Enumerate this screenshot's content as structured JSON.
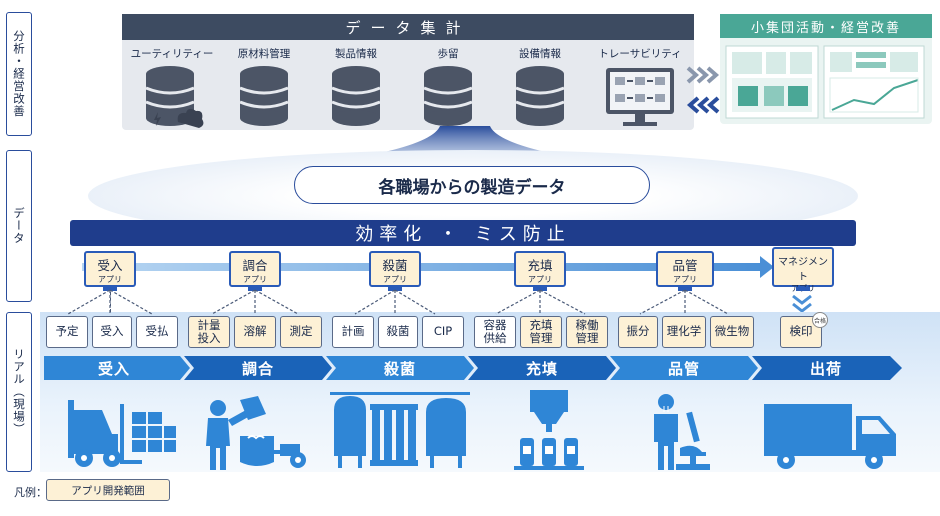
{
  "side_labels": [
    "分析・経営改善",
    "データ",
    "リアル（現場）"
  ],
  "aggregation": {
    "title": "データ集計",
    "items": [
      "ユーティリティー",
      "原材料管理",
      "製品情報",
      "歩留",
      "設備情報",
      "トレーサビリティ"
    ]
  },
  "kaizen": {
    "title": "小集団活動・経営改善"
  },
  "oval_title": "各職場からの製造データ",
  "efficiency_bar": "効率化 ・ ミス防止",
  "apps": [
    {
      "name": "受入",
      "sub": "アプリ"
    },
    {
      "name": "調合",
      "sub": "アプリ"
    },
    {
      "name": "殺菌",
      "sub": "アプリ"
    },
    {
      "name": "充填",
      "sub": "アプリ"
    },
    {
      "name": "品管",
      "sub": "アプリ"
    },
    {
      "name": "マネジメント",
      "sub": "アプリ"
    }
  ],
  "tasks": [
    {
      "label": "予定",
      "app": false
    },
    {
      "label": "受入",
      "app": false
    },
    {
      "label": "受払",
      "app": false
    },
    {
      "label": "計量\n投入",
      "app": true
    },
    {
      "label": "溶解",
      "app": true
    },
    {
      "label": "測定",
      "app": true
    },
    {
      "label": "計画",
      "app": false
    },
    {
      "label": "殺菌",
      "app": false
    },
    {
      "label": "CIP",
      "app": false
    },
    {
      "label": "容器\n供給",
      "app": false
    },
    {
      "label": "充填\n管理",
      "app": true
    },
    {
      "label": "稼働\n管理",
      "app": true
    },
    {
      "label": "振分",
      "app": true
    },
    {
      "label": "理化学",
      "app": true
    },
    {
      "label": "微生物",
      "app": true
    },
    {
      "label": "検印",
      "app": true
    }
  ],
  "stamp_text": "合格",
  "processes": [
    "受入",
    "調合",
    "殺菌",
    "充填",
    "品管",
    "出荷"
  ],
  "legend": {
    "label": "凡例：",
    "app_range": "アプリ開発範囲"
  },
  "colors": {
    "navy": "#1f3d8c",
    "app_fill": "#fdf1d6",
    "process_dark": "#1a63b8",
    "process_light": "#2f86d6",
    "kaizen_green": "#4aa796",
    "icon_blue": "#2f86d6"
  }
}
